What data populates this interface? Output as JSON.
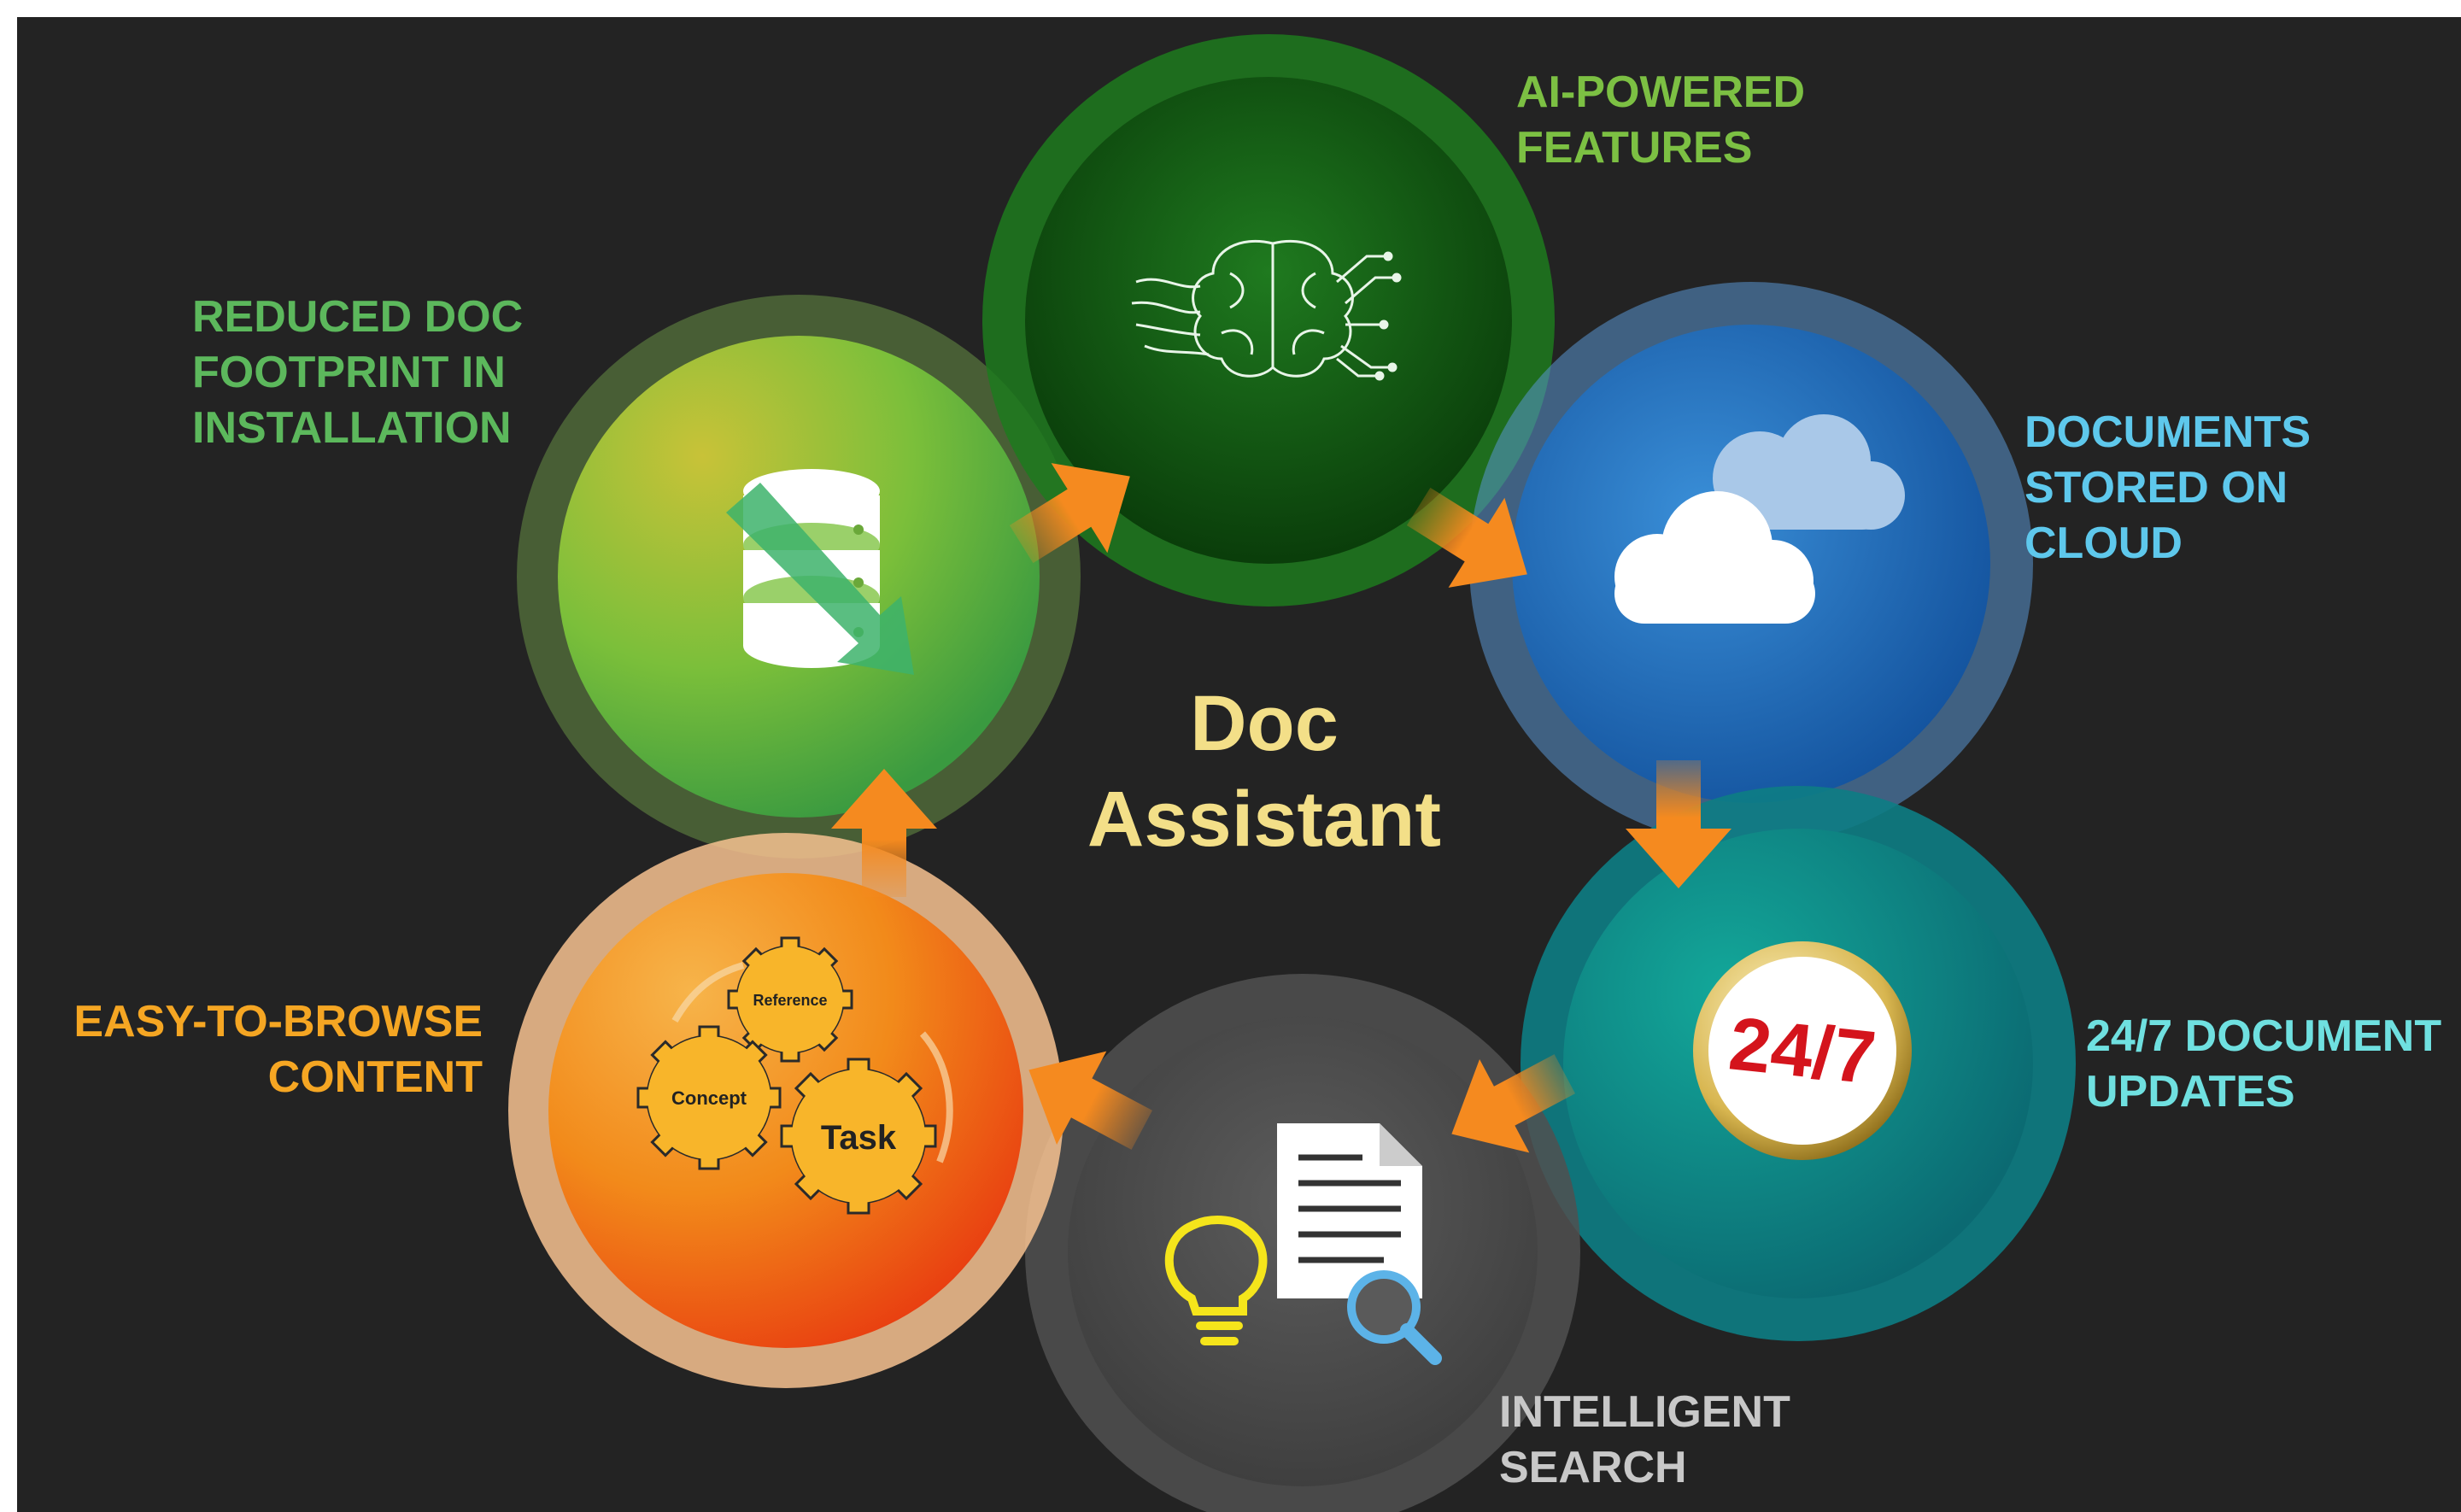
{
  "center": {
    "line1": "Doc",
    "line2": "Assistant",
    "color": "#f3df88"
  },
  "features": {
    "ai": {
      "line1": "AI-POWERED",
      "line2": "FEATURES",
      "color": "#7cc043",
      "icon": "brain-circuit-icon"
    },
    "cloud": {
      "line1": "DOCUMENTS",
      "line2": "STORED ON",
      "line3": "CLOUD",
      "color": "#5ec8ec",
      "icon": "cloud-icon"
    },
    "updates": {
      "line1": "24/7 DOCUMENT",
      "line2": "UPDATES",
      "color": "#6fe0e0",
      "icon": "clock-24-7-icon",
      "badge_text": "24/7"
    },
    "search": {
      "line1": "INTELLIGENT",
      "line2": "SEARCH",
      "color": "#c8c8c8",
      "icon": "document-search-icon"
    },
    "browse": {
      "line1": "EASY-TO-BROWSE",
      "line2": "CONTENT",
      "color": "#f5a623",
      "icon": "gears-icon",
      "gear_labels": {
        "reference": "Reference",
        "concept": "Concept",
        "task": "Task"
      }
    },
    "footprint": {
      "line1": "REDUCED DOC",
      "line2": "FOOTPRINT IN",
      "line3": "INSTALLATION",
      "color": "#5cb85c",
      "icon": "database-icon"
    }
  },
  "colors": {
    "background": "#232323",
    "arrow": "#f58a1f"
  }
}
